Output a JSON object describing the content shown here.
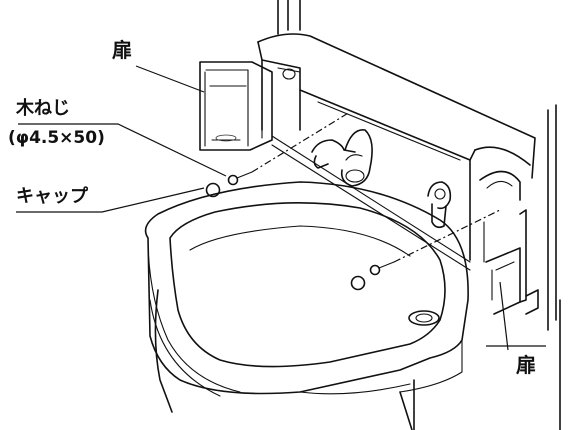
{
  "labels": {
    "door_top": "扉",
    "wood_screw": "木ねじ",
    "wood_screw_spec": "(φ4.5×50)",
    "cap": "キャップ",
    "door_right": "扉"
  }
}
